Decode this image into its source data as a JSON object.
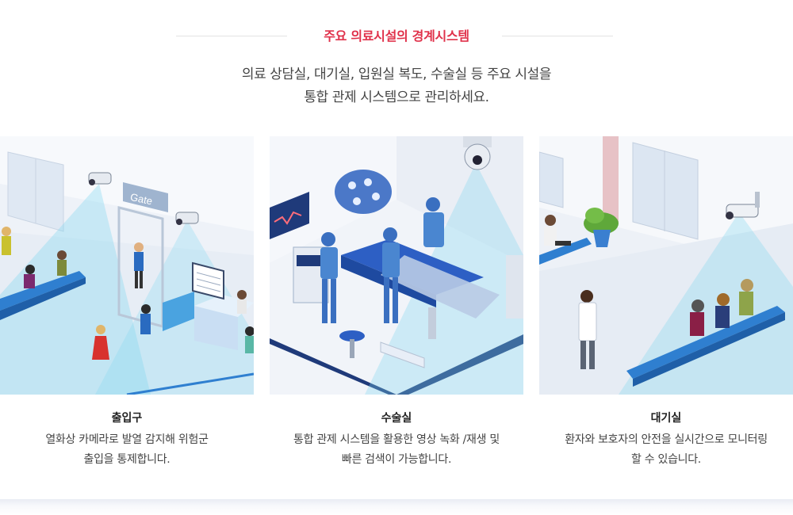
{
  "section": {
    "heading": "주요 의료시설의 경계시스템",
    "intro_line1": "의료 상담실, 대기실, 입원실 복도, 수술실 등 주요 시설을",
    "intro_line2": "통합 관제 시스템으로 관리하세요."
  },
  "cards": [
    {
      "title": "출입구",
      "desc_line1": "열화상 카메라로 발열 감지해 위험군",
      "desc_line2": "출입을 통제합니다.",
      "sign_text": "Gate",
      "illustration": "entrance-illustration"
    },
    {
      "title": "수술실",
      "desc_line1": "통합 관제 시스템을 활용한 영상 녹화 /재생 및",
      "desc_line2": "빠른 검색이 가능합니다.",
      "illustration": "operating-room-illustration"
    },
    {
      "title": "대기실",
      "desc_line1": "환자와 보호자의 안전을 실시간으로 모니터링",
      "desc_line2": "할 수 있습니다.",
      "illustration": "waiting-room-illustration"
    }
  ],
  "colors": {
    "accent": "#e0324b",
    "camera_beam": "#7fd6f0",
    "floor": "#f2f5fa",
    "navy": "#1f3a7a"
  }
}
